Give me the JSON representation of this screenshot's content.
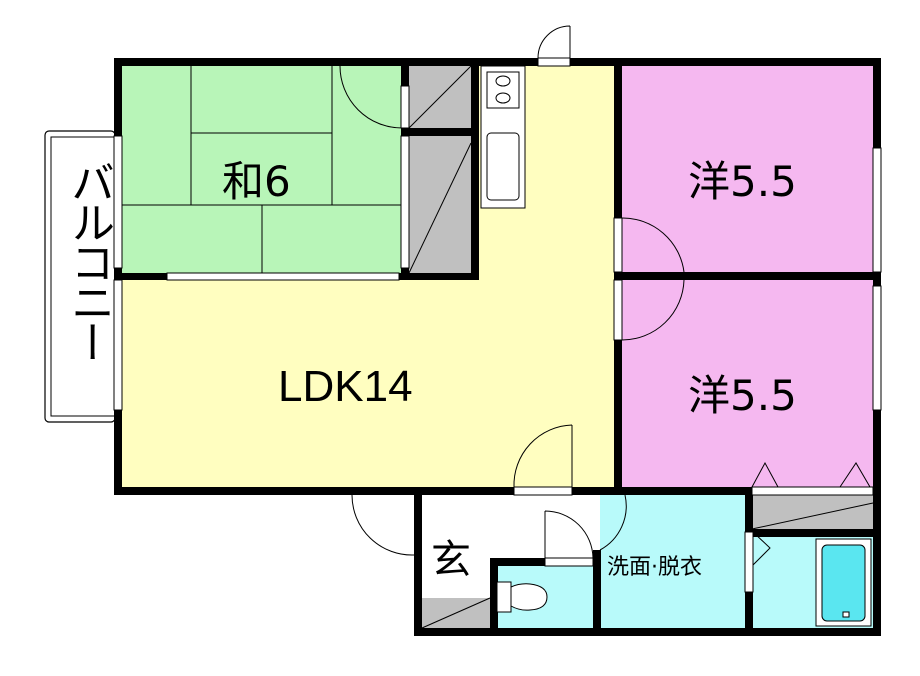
{
  "floor_plan": {
    "rooms": {
      "washitsu": {
        "label": "和6",
        "type": "Japanese-style room",
        "size_jo": 6,
        "color": "#b8f5b8"
      },
      "yoshitsu_1": {
        "label": "洋5.5",
        "type": "Western-style room",
        "size_jo": 5.5,
        "color": "#f5b8f0"
      },
      "yoshitsu_2": {
        "label": "洋5.5",
        "type": "Western-style room",
        "size_jo": 5.5,
        "color": "#f5b8f0"
      },
      "ldk": {
        "label": "LDK14",
        "type": "Living Dining Kitchen",
        "size_jo": 14,
        "color": "#fffec0"
      },
      "genkan": {
        "label": "玄",
        "type": "Entrance",
        "color": "#ffffff"
      },
      "senmen": {
        "label": "洗面·脱衣",
        "type": "Washroom / Dressing",
        "color": "#b8fafa"
      },
      "toilet": {
        "label": "",
        "type": "Toilet",
        "color": "#b8fafa"
      },
      "bath": {
        "label": "",
        "type": "Bathroom",
        "color": "#b8fafa"
      },
      "balcony": {
        "label": "バルコニー",
        "type": "Balcony",
        "color": "#ffffff"
      }
    },
    "colors": {
      "wall": "#000000",
      "storage": "#c0c0c0",
      "tub": "#5ae6f0"
    }
  }
}
